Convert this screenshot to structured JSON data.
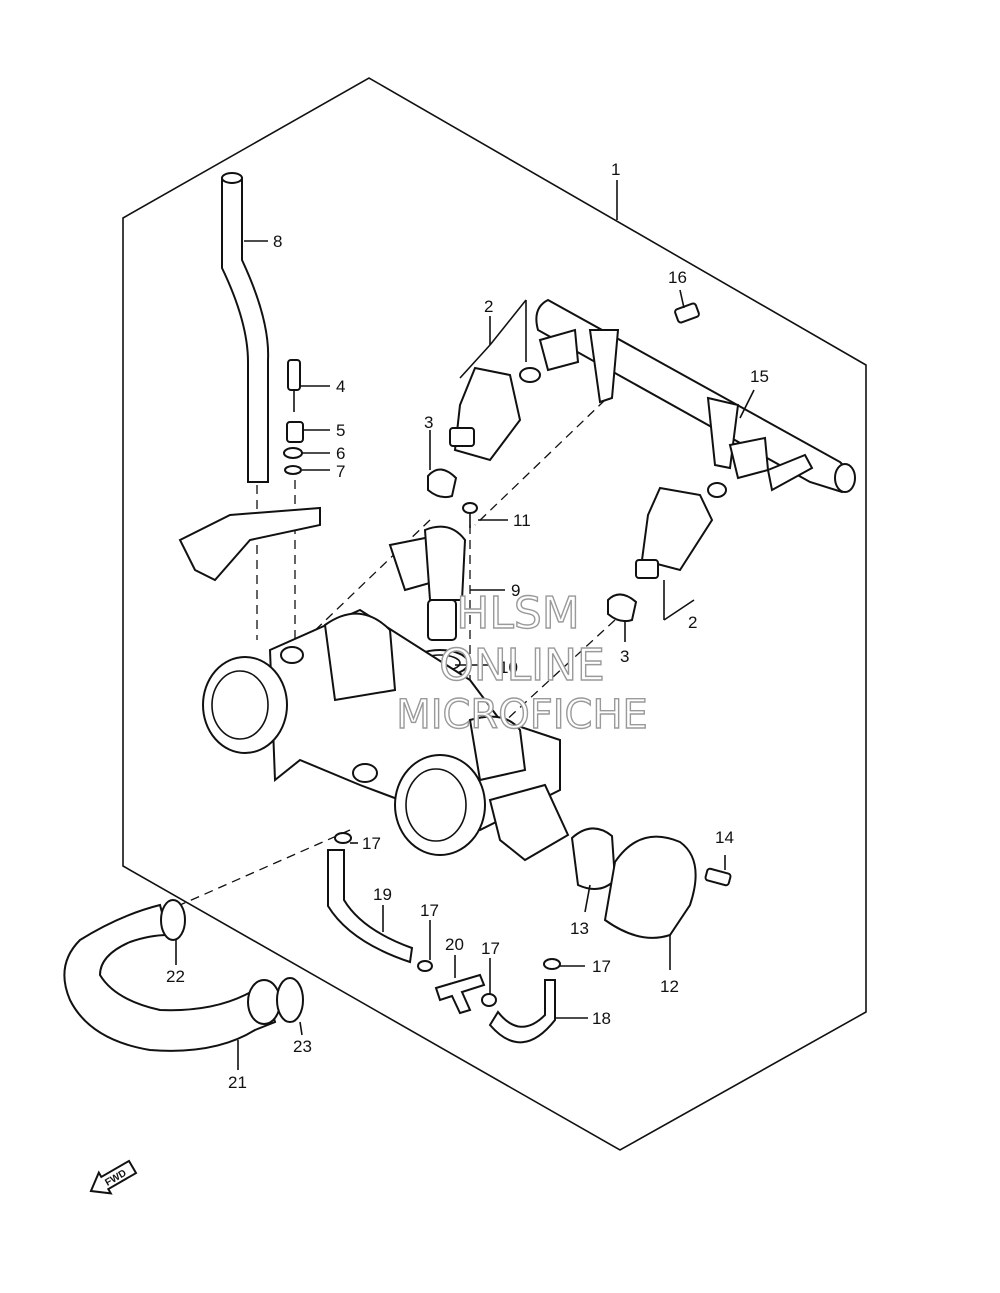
{
  "diagram": {
    "callouts": [
      {
        "id": "c1",
        "text": "1"
      },
      {
        "id": "c2a",
        "text": "2"
      },
      {
        "id": "c2b",
        "text": "2"
      },
      {
        "id": "c3a",
        "text": "3"
      },
      {
        "id": "c3b",
        "text": "3"
      },
      {
        "id": "c4",
        "text": "4"
      },
      {
        "id": "c5",
        "text": "5"
      },
      {
        "id": "c6",
        "text": "6"
      },
      {
        "id": "c7",
        "text": "7"
      },
      {
        "id": "c8",
        "text": "8"
      },
      {
        "id": "c9",
        "text": "9"
      },
      {
        "id": "c10",
        "text": "10"
      },
      {
        "id": "c11",
        "text": "11"
      },
      {
        "id": "c12",
        "text": "12"
      },
      {
        "id": "c13",
        "text": "13"
      },
      {
        "id": "c14",
        "text": "14"
      },
      {
        "id": "c15",
        "text": "15"
      },
      {
        "id": "c16",
        "text": "16"
      },
      {
        "id": "c17a",
        "text": "17"
      },
      {
        "id": "c17b",
        "text": "17"
      },
      {
        "id": "c17c",
        "text": "17"
      },
      {
        "id": "c17d",
        "text": "17"
      },
      {
        "id": "c18",
        "text": "18"
      },
      {
        "id": "c19",
        "text": "19"
      },
      {
        "id": "c20",
        "text": "20"
      },
      {
        "id": "c21",
        "text": "21"
      },
      {
        "id": "c22",
        "text": "22"
      },
      {
        "id": "c23",
        "text": "23"
      }
    ],
    "fwd_label": "FWD"
  },
  "watermark": {
    "line1": "HLSM",
    "line2": "ONLINE",
    "line3": "MICROFICHE"
  }
}
